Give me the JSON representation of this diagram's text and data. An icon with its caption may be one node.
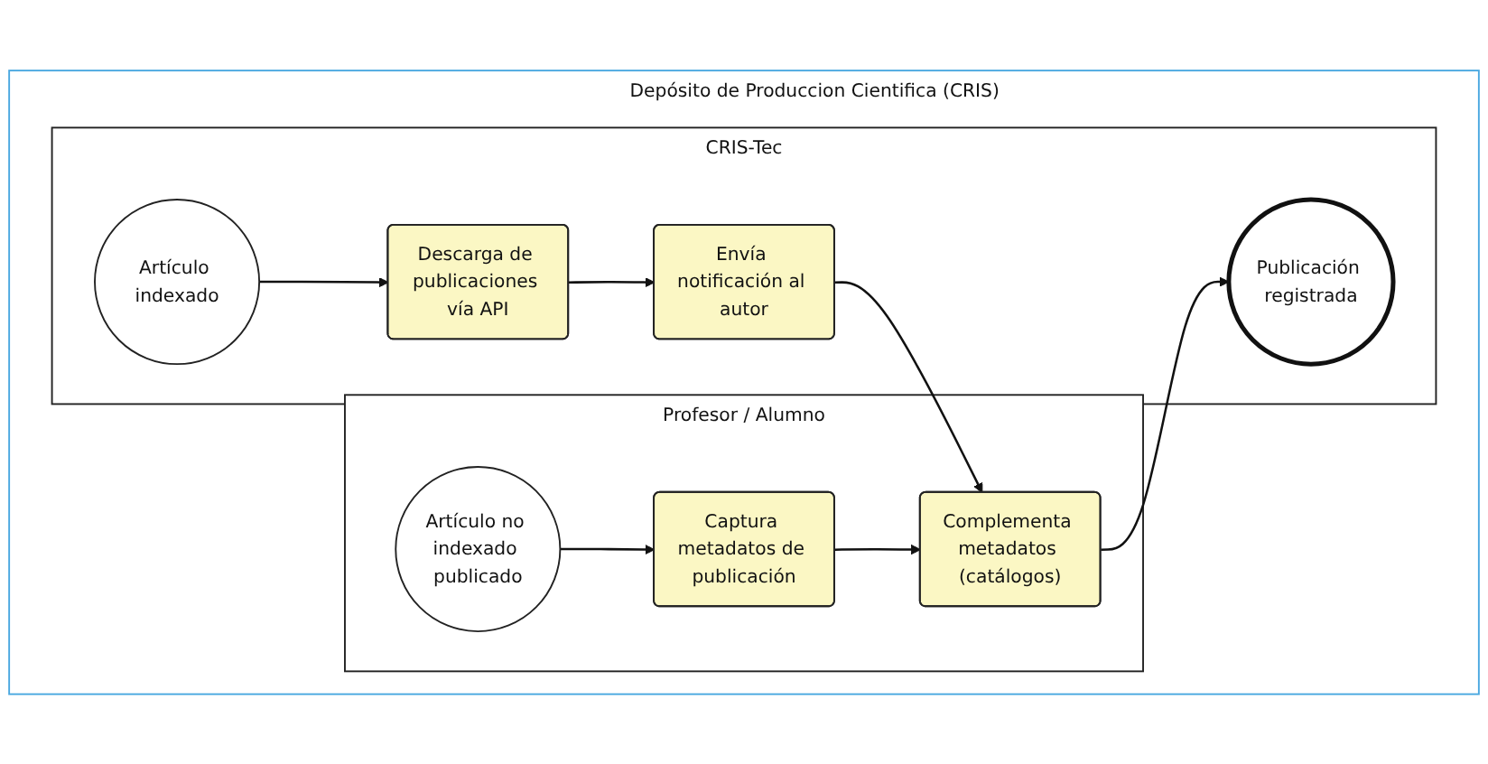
{
  "diagram": {
    "nodes": [
      {
        "text": [
          "Depósito de Produccion Cientifica (CRIS)"
        ]
      },
      {
        "text": [
          "CRIS-Tec"
        ],
        "in": 0
      },
      {
        "text": [
          "Profesor / Alumno"
        ],
        "in": 0
      },
      {
        "text": [
          "Artículo indexado"
        ],
        "in": 1
      },
      {
        "text": [
          "Descarga de publicaciones vía API"
        ],
        "in": 1
      },
      {
        "text": [
          "Envía notificación al autor"
        ],
        "in": 1
      },
      {
        "text": [
          "Publicación registrada"
        ],
        "in": 1
      },
      {
        "text": [
          "Artículo no indexado publicado"
        ],
        "in": 2
      },
      {
        "text": [
          "Captura metadatos de publicación"
        ],
        "in": 2
      },
      {
        "text": [
          "Complementa metadatos (catálogos)"
        ],
        "in": 2
      }
    ],
    "edges": [
      {
        "from": 3,
        "to": 4,
        "arrow": "to"
      },
      {
        "from": 4,
        "to": 5,
        "arrow": "to"
      },
      {
        "from": 5,
        "to": 9,
        "arrow": "to"
      },
      {
        "from": 7,
        "to": 8,
        "arrow": "to"
      },
      {
        "from": 8,
        "to": 9,
        "arrow": "to"
      },
      {
        "from": 9,
        "to": 6,
        "arrow": "to"
      }
    ]
  }
}
